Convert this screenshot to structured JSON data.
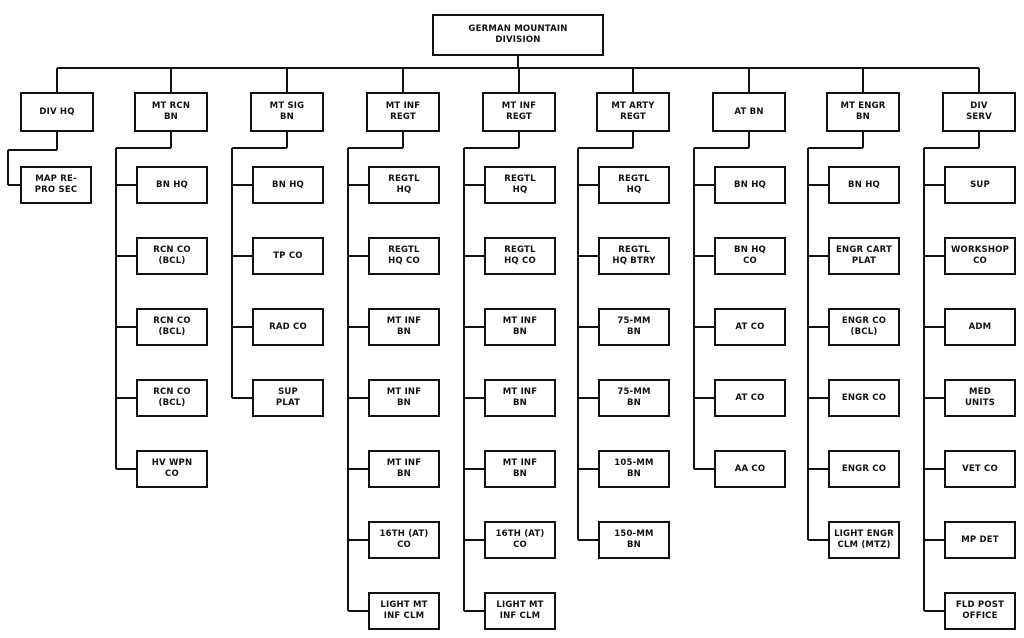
{
  "diagram": {
    "root": {
      "label": "GERMAN MOUNTAIN\nDIVISION"
    },
    "columns": [
      {
        "label": "DIV HQ",
        "children": [
          "MAP RE-\nPRO SEC"
        ]
      },
      {
        "label": "MT RCN\nBN",
        "children": [
          "BN HQ",
          "RCN CO\n(BCL)",
          "RCN CO\n(BCL)",
          "RCN CO\n(BCL)",
          "HV WPN\nCO"
        ]
      },
      {
        "label": "MT SIG\nBN",
        "children": [
          "BN HQ",
          "TP CO",
          "RAD CO",
          "SUP\nPLAT"
        ]
      },
      {
        "label": "MT INF\nREGT",
        "children": [
          "REGTL\nHQ",
          "REGTL\nHQ CO",
          "MT INF\nBN",
          "MT INF\nBN",
          "MT INF\nBN",
          "16TH (AT)\nCO",
          "LIGHT MT\nINF CLM"
        ]
      },
      {
        "label": "MT INF\nREGT",
        "children": [
          "REGTL\nHQ",
          "REGTL\nHQ CO",
          "MT INF\nBN",
          "MT INF\nBN",
          "MT INF\nBN",
          "16TH (AT)\nCO",
          "LIGHT MT\nINF CLM"
        ]
      },
      {
        "label": "MT ARTY\nREGT",
        "children": [
          "REGTL\nHQ",
          "REGTL\nHQ BTRY",
          "75-MM\nBN",
          "75-MM\nBN",
          "105-MM\nBN",
          "150-MM\nBN"
        ]
      },
      {
        "label": "AT BN",
        "children": [
          "BN HQ",
          "BN HQ\nCO",
          "AT CO",
          "AT CO",
          "AA CO"
        ]
      },
      {
        "label": "MT ENGR\nBN",
        "children": [
          "BN HQ",
          "ENGR CART\nPLAT",
          "ENGR CO\n(BCL)",
          "ENGR CO",
          "ENGR CO",
          "LIGHT ENGR\nCLM (MTZ)"
        ]
      },
      {
        "label": "DIV\nSERV",
        "children": [
          "SUP",
          "WORKSHOP\nCO",
          "ADM",
          "MED\nUNITS",
          "VET CO",
          "MP DET",
          "FLD POST\nOFFICE"
        ]
      }
    ]
  }
}
